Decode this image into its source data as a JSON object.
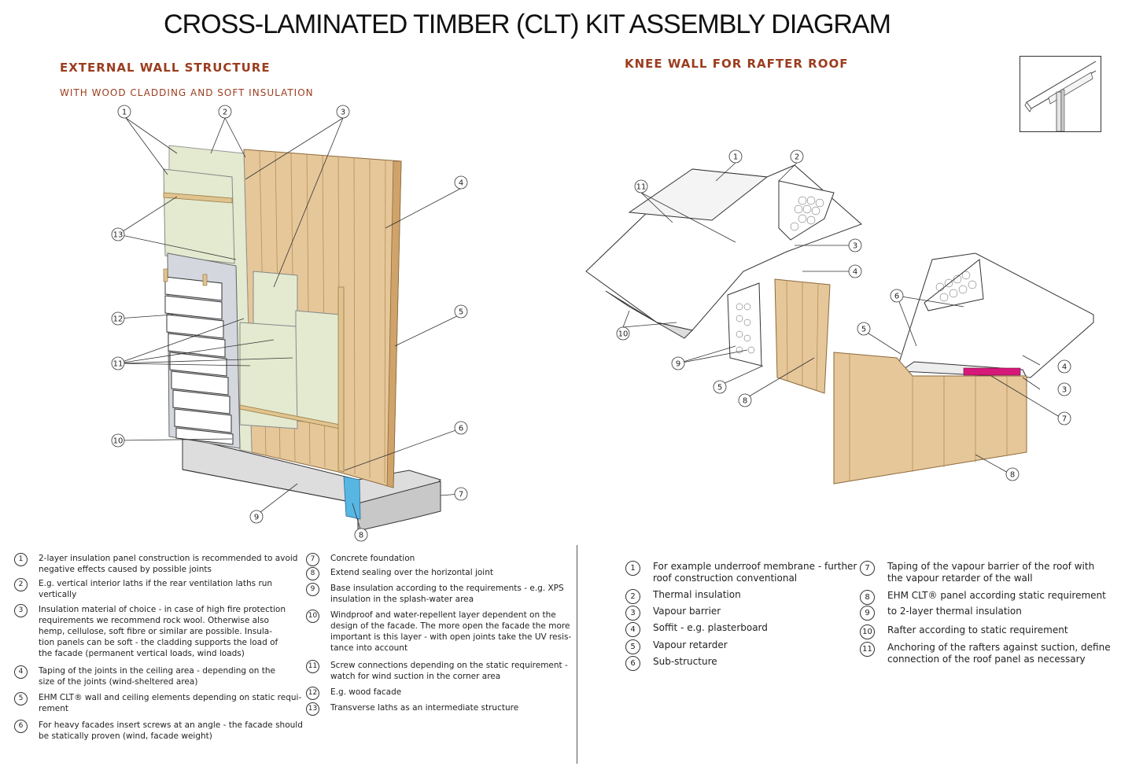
{
  "title": "CROSS-LAMINATED TIMBER (CLT) KIT ASSEMBLY DIAGRAM",
  "left": {
    "heading": "EXTERNAL WALL STRUCTURE",
    "subheading": "WITH WOOD CLADDING AND SOFT INSULATION",
    "legend": [
      {
        "n": "1",
        "text": "2-layer insulation panel construction is recommended to avoid\nnegative effects caused by possible joints"
      },
      {
        "n": "2",
        "text": "E.g. vertical interior laths if the rear ventilation laths run\nvertically"
      },
      {
        "n": "3",
        "text": "Insulation material of choice - in case of high fire protection\nrequirements we recommend rock wool. Otherwise also\nhemp, cellulose, soft fibre or similar are possible. Insula-\ntion panels can be soft - the cladding supports the load of\nthe facade (permanent vertical loads, wind loads)"
      },
      {
        "n": "4",
        "text": "Taping of the joints in the ceiling area - depending on the\nsize of the joints (wind-sheltered area)"
      },
      {
        "n": "5",
        "text": "EHM CLT® wall and ceiling elements depending on static requi-\nrement"
      },
      {
        "n": "6",
        "text": "For heavy facades insert screws at an angle - the facade should\nbe statically proven (wind, facade weight)"
      },
      {
        "n": "7",
        "text": "Concrete foundation"
      },
      {
        "n": "8",
        "text": "Extend sealing over the horizontal joint"
      },
      {
        "n": "9",
        "text": "Base insulation according to the requirements - e.g. XPS\ninsulation in the splash-water area"
      },
      {
        "n": "10",
        "text": "Windproof and water-repellent layer dependent on the\ndesign of the facade. The more open the facade the more\nimportant is this layer - with open joints take the UV resis-\ntance into account"
      },
      {
        "n": "11",
        "text": "Screw connections depending on the static requirement -\nwatch for wind suction in the corner area"
      },
      {
        "n": "12",
        "text": "E.g. wood facade"
      },
      {
        "n": "13",
        "text": "Transverse laths as an intermediate structure"
      }
    ]
  },
  "right": {
    "heading": "KNEE WALL FOR RAFTER ROOF",
    "legend": [
      {
        "n": "1",
        "text": "For example underroof membrane - further\nroof construction conventional"
      },
      {
        "n": "2",
        "text": "Thermal insulation"
      },
      {
        "n": "3",
        "text": "Vapour barrier"
      },
      {
        "n": "4",
        "text": "Soffit - e.g. plasterboard"
      },
      {
        "n": "5",
        "text": "Vapour retarder"
      },
      {
        "n": "6",
        "text": "Sub-structure"
      },
      {
        "n": "7",
        "text": "Taping of the vapour barrier of the roof with\nthe vapour retarder of the wall"
      },
      {
        "n": "8",
        "text": "EHM CLT® panel according  static requirement"
      },
      {
        "n": "9",
        "text": "to 2-layer thermal insulation"
      },
      {
        "n": "10",
        "text": "Rafter according to static requirement"
      },
      {
        "n": "11",
        "text": "Anchoring of the rafters against suction, define\nconnection of the roof panel as necessary"
      }
    ]
  },
  "colors": {
    "heading": "#9b3d1f",
    "timber": "#e6c79a",
    "insulation": "#e3ead0",
    "seal": "#58b6e3",
    "tape": "#d6187a"
  }
}
